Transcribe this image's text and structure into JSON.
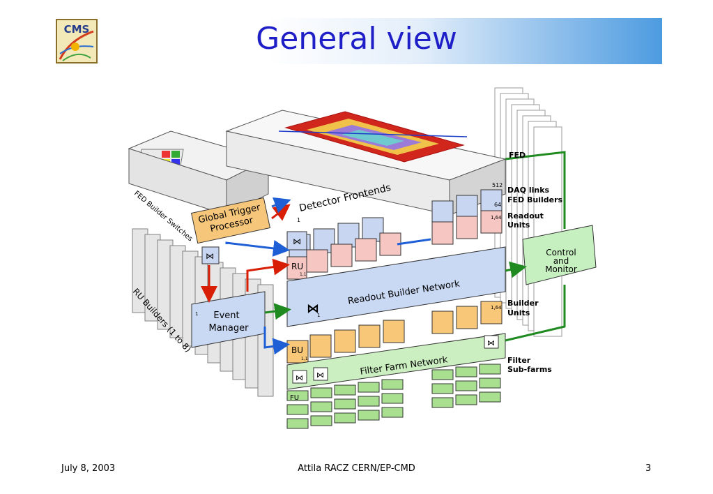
{
  "slide": {
    "title": "General view",
    "logo_text": "CMS",
    "footer": {
      "date": "July 8, 2003",
      "author": "Attila RACZ  CERN/EP-CMD",
      "page": "3"
    }
  },
  "diagram": {
    "detector_frontends": "Detector Frontends",
    "detector_count": "512",
    "global_trigger": [
      "Global Trigger",
      "Processor"
    ],
    "fed_builder_switches": "FED Builder Switches",
    "ru_builders": "RU Builders (1 to 8)",
    "event_manager": [
      "Event",
      "Manager"
    ],
    "readout_builder_network": "Readout Builder Network",
    "filter_farm_network": "Filter Farm Network",
    "control_monitor": [
      "Control",
      "and",
      "Monitor"
    ],
    "side_labels": {
      "fed": "FED",
      "daq_links": "DAQ links",
      "fed_builders": "FED Builders",
      "readout_units": [
        "Readout",
        "Units"
      ],
      "builder_units": [
        "Builder",
        "Units"
      ],
      "filter_subfarms": [
        "Filter",
        "Sub-farms"
      ]
    },
    "box_labels": {
      "ru": "RU",
      "ru_index": "1,1",
      "bu": "BU",
      "bu_index": "1,1",
      "fu": "FU",
      "num_1": "1",
      "num_64": "64",
      "num_1_64": "1,64",
      "sub_1": "1"
    },
    "colors": {
      "fed_builder": "#c8d6f2",
      "readout_unit": "#f6c7c2",
      "builder_unit": "#f8c878",
      "filter_unit": "#a8e090",
      "network": "#c9d9f3",
      "filter_network": "#cbefc0",
      "control": "#c6f0c0",
      "trigger": "#f6c67a",
      "link_red": "#d81e05",
      "link_blue": "#1f5fd6",
      "link_green": "#1f8a1f"
    }
  }
}
